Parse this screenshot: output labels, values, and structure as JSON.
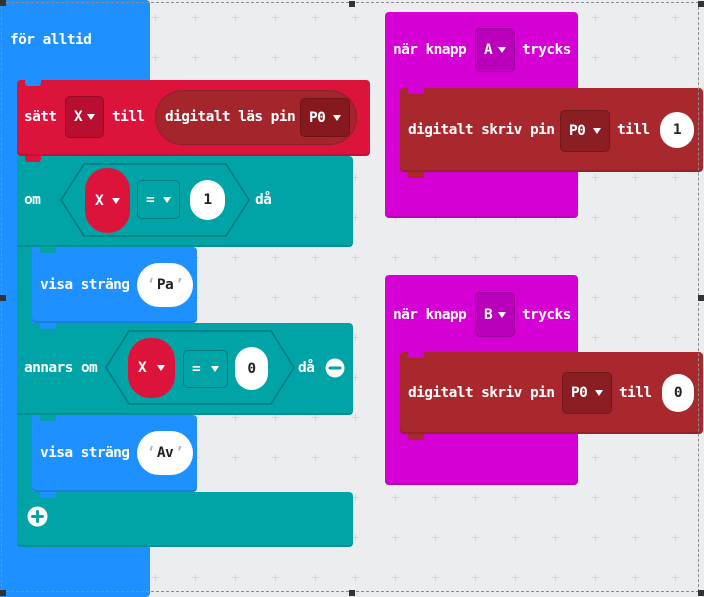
{
  "colors": {
    "workspace": "#ecedef",
    "basic": "#1e90ff",
    "variables": "#dc143c",
    "pins_reporter": "#a4262c",
    "pins": "#a8282d",
    "logic": "#00a4a6",
    "input": "#d400d4"
  },
  "forever": {
    "label": "för alltid"
  },
  "set_var": {
    "label": "sätt",
    "variable": "X",
    "to_label": "till",
    "value": {
      "label": "digitalt läs pin",
      "pin": "P0"
    }
  },
  "if_else": {
    "if_label": "om",
    "cond1": {
      "variable": "X",
      "operator": "=",
      "value": "1"
    },
    "then1_label": "då",
    "body1": {
      "label": "visa sträng",
      "text": "Pa"
    },
    "elseif_label": "annars om",
    "cond2": {
      "variable": "X",
      "operator": "=",
      "value": "0"
    },
    "then2_label": "då",
    "body2": {
      "label": "visa sträng",
      "text": "Av"
    }
  },
  "on_button_a": {
    "label": "när knapp",
    "button": "A",
    "pressed_label": "trycks",
    "body": {
      "label": "digitalt skriv pin",
      "pin": "P0",
      "to_label": "till",
      "value": "1"
    }
  },
  "on_button_b": {
    "label": "när knapp",
    "button": "B",
    "pressed_label": "trycks",
    "body": {
      "label": "digitalt skriv pin",
      "pin": "P0",
      "to_label": "till",
      "value": "0"
    }
  },
  "icons": {
    "dropdown": "dropdown-arrow-icon",
    "remove": "minus-circle-icon",
    "add": "plus-circle-icon",
    "grid": "grid-plus-mark"
  }
}
